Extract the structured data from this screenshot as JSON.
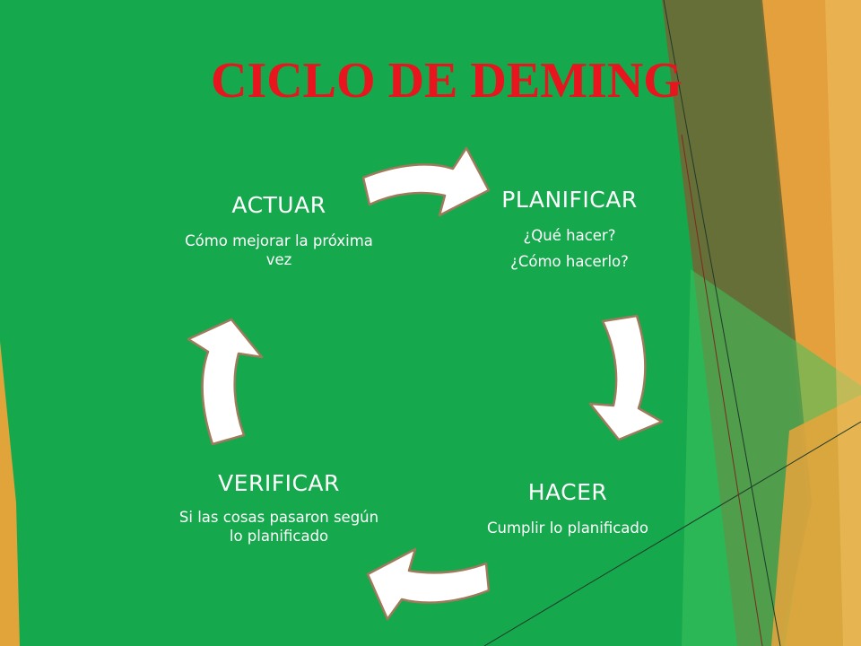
{
  "title": "CICLO DE DEMING",
  "colors": {
    "background": "#16a84c",
    "title": "#e8141e",
    "text": "#ffffff",
    "arrow_fill": "#ffffff",
    "arrow_stroke": "#a07a5c",
    "deco_gold": "#e0a43a",
    "deco_olive": "#6e6a35"
  },
  "cycle": {
    "plan": {
      "name": "PLANIFICAR",
      "lines": [
        "¿Qué hacer?",
        "¿Cómo hacerlo?"
      ]
    },
    "do": {
      "name": "HACER",
      "lines": [
        "Cumplir lo planificado"
      ]
    },
    "check": {
      "name": "VERIFICAR",
      "lines": [
        "Si las cosas pasaron según lo planificado"
      ]
    },
    "act": {
      "name": "ACTUAR",
      "lines": [
        "Cómo mejorar la próxima vez"
      ]
    }
  }
}
